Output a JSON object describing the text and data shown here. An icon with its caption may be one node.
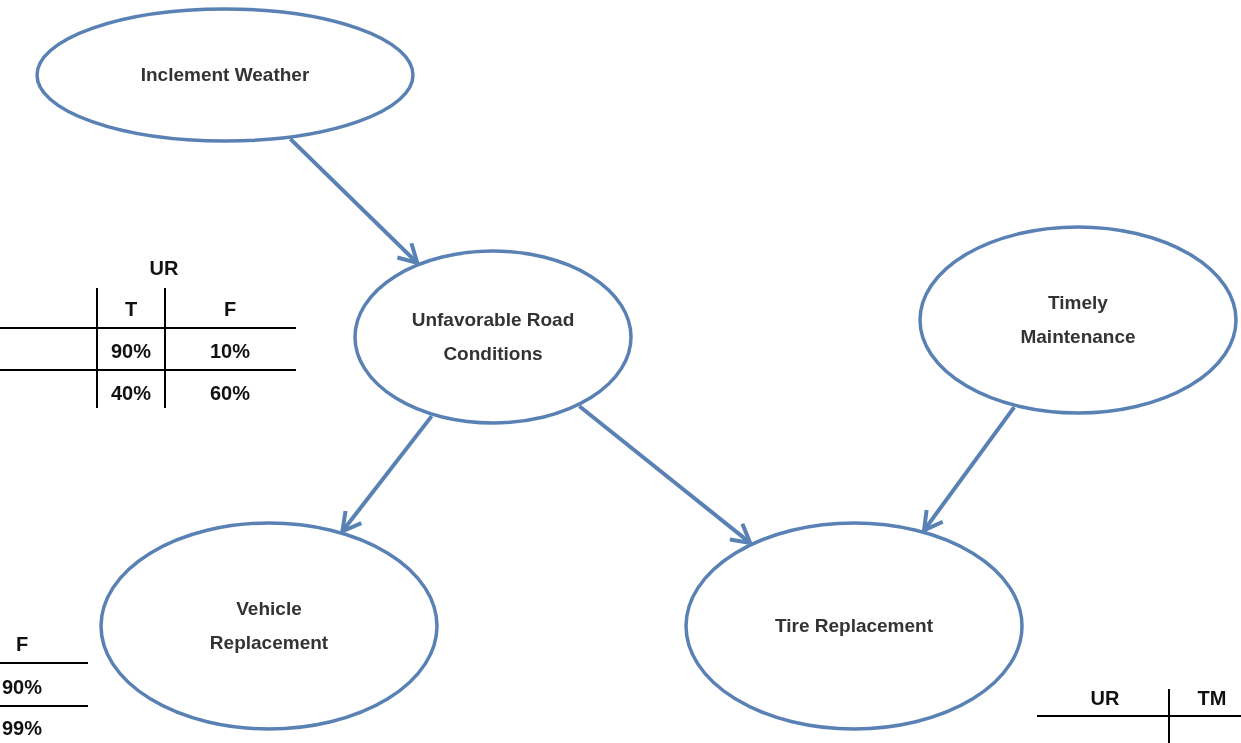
{
  "diagram": {
    "nodes": [
      {
        "text": [
          "Inclement Weather"
        ]
      },
      {
        "text": [
          "Unfavorable Road Conditions"
        ]
      },
      {
        "text": [
          "Timely Maintenance"
        ]
      },
      {
        "text": [
          "Vehicle Replacement"
        ]
      },
      {
        "text": [
          "Tire Replacement"
        ]
      }
    ],
    "edges": [
      {
        "from": 0,
        "to": 1,
        "arrow": "to"
      },
      {
        "from": 1,
        "to": 3,
        "arrow": "to"
      },
      {
        "from": 1,
        "to": 4,
        "arrow": "to"
      },
      {
        "from": 2,
        "to": 4,
        "arrow": "to"
      }
    ],
    "labels": [
      "UR",
      "T",
      "F",
      "90%",
      "10%",
      "40%",
      "60%",
      "F",
      "90%",
      "99%",
      "UR",
      "TM"
    ]
  }
}
